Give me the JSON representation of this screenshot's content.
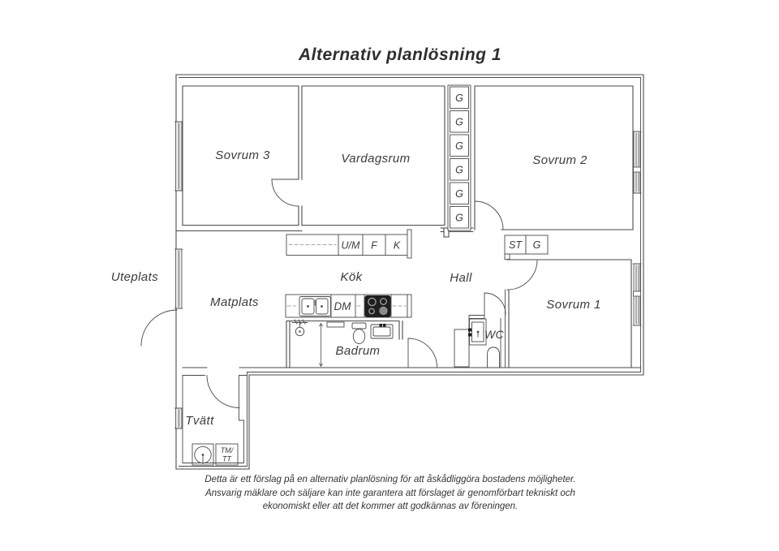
{
  "title": "Alternativ planlösning 1",
  "plan": {
    "rooms": {
      "sovrum3": "Sovrum 3",
      "vardagsrum": "Vardagsrum",
      "sovrum2": "Sovrum 2",
      "sovrum1": "Sovrum 1",
      "uteplats": "Uteplats",
      "matplats": "Matplats",
      "kok": "Kök",
      "hall": "Hall",
      "badrum": "Badrum",
      "wc": "WC",
      "tvatt": "Tvätt"
    },
    "labels": {
      "g": "G",
      "um": "U/M",
      "f": "F",
      "k": "K",
      "st": "ST",
      "dm": "DM",
      "tm": "TM/",
      "tt": "TT"
    }
  },
  "footer": {
    "line1": "Detta är ett förslag på en alternativ planlösning för att åskådliggöra bostadens möjligheter.",
    "line2": "Ansvarig mäklare och säljare kan inte garantera att förslaget är genomförbart tekniskt och",
    "line3": "ekonomiskt eller att det kommer att godkännas av föreningen."
  }
}
